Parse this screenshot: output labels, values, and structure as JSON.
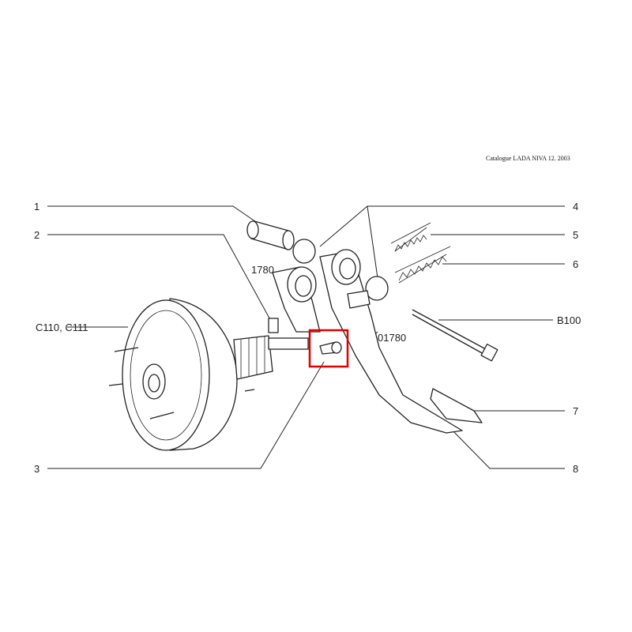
{
  "header": {
    "catalogue": "Catalogue LADA NIVA 12. 2003"
  },
  "callouts": {
    "c1": "1",
    "c2": "2",
    "c3": "3",
    "c4": "4",
    "c5": "5",
    "c6": "6",
    "c7": "7",
    "c8": "8",
    "booster": "C110, C111",
    "bolt": "B100",
    "bracket_left": "1780",
    "bracket_right": "01780"
  },
  "highlight": {
    "color": "#e00000",
    "target_callout": "3"
  }
}
